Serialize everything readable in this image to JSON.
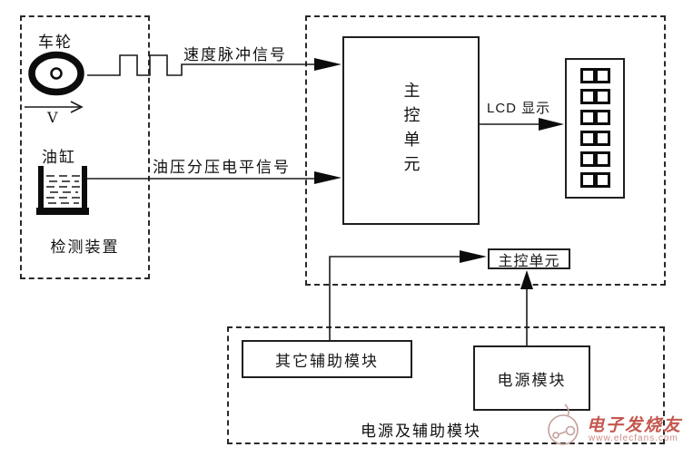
{
  "detection_unit": {
    "label": "检测装置",
    "wheel_label": "车轮",
    "velocity_label": "V",
    "cylinder_label": "油缸"
  },
  "signals": {
    "speed": "速度脉冲信号",
    "oil": "油压分压电平信号"
  },
  "main_unit": {
    "label": "主控单元"
  },
  "lcd": {
    "label": "LCD 显示",
    "segment_rows": 6,
    "cells_per_row": 2
  },
  "mcu_small": {
    "label": "主控单元"
  },
  "power_section": {
    "label": "电源及辅助模块",
    "aux_module_label": "其它辅助模块",
    "power_module_label": "电源模块"
  },
  "watermark": {
    "brand": "电子发烧友",
    "url": "www.elecfans.com",
    "brand_color": "#c4574f",
    "url_color": "#cf8d86"
  }
}
